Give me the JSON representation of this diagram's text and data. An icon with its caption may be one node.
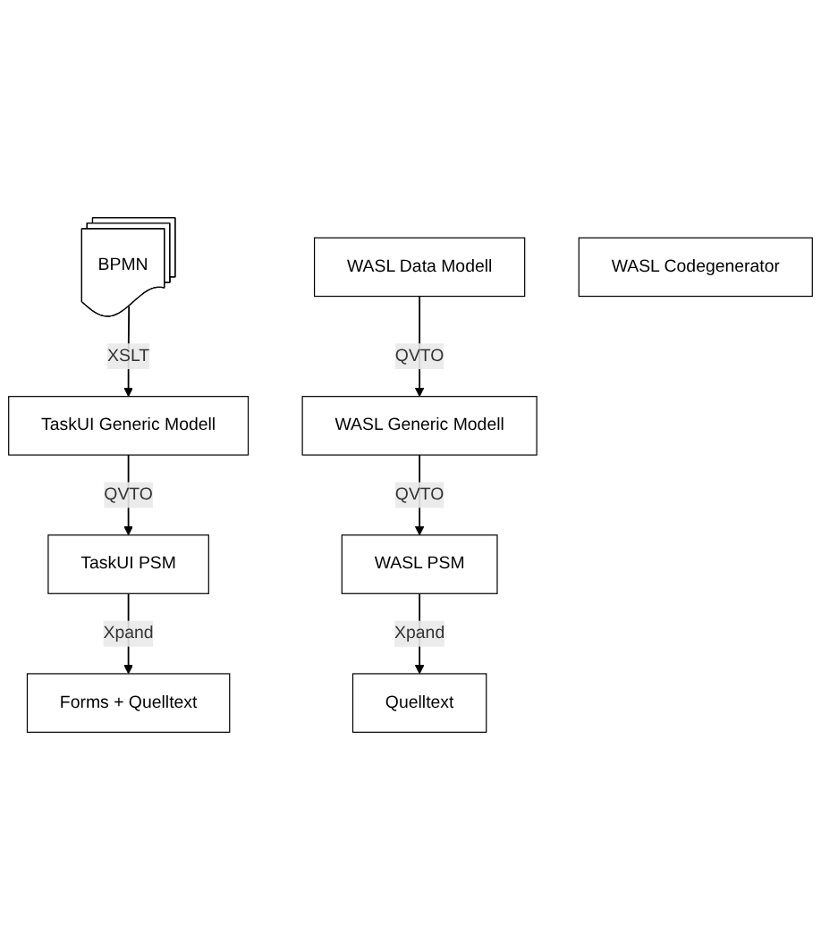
{
  "diagram": {
    "nodes": [
      {
        "text": [
          "BPMN"
        ]
      },
      {
        "text": [
          "WASL Data Modell"
        ]
      },
      {
        "text": [
          "TaskUI Generic Modell"
        ]
      },
      {
        "text": [
          "WASL Generic Modell"
        ]
      },
      {
        "text": [
          "TaskUI PSM"
        ]
      },
      {
        "text": [
          "WASL PSM"
        ]
      },
      {
        "text": [
          "WASL Codegenerator"
        ]
      },
      {
        "text": [
          "Forms + Quelltext"
        ]
      },
      {
        "text": [
          "Quelltext"
        ]
      }
    ],
    "edges": [
      {
        "from": 0,
        "to": 2,
        "arrow": "to",
        "label": "XSLT"
      },
      {
        "from": 1,
        "to": 3,
        "arrow": "to",
        "label": "QVTO"
      },
      {
        "from": 2,
        "to": 4,
        "arrow": "to",
        "label": "QVTO"
      },
      {
        "from": 3,
        "to": 5,
        "arrow": "to",
        "label": "QVTO"
      },
      {
        "from": 4,
        "to": 7,
        "arrow": "to",
        "label": "Xpand"
      },
      {
        "from": 5,
        "to": 8,
        "arrow": "to",
        "label": "Xpand"
      }
    ]
  }
}
